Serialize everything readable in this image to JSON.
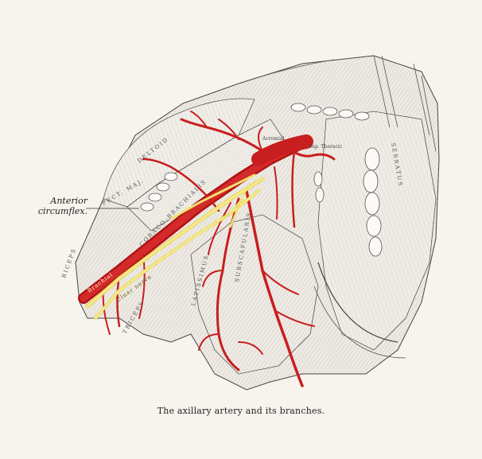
{
  "labels": {
    "anterior_line1": "Anterior",
    "anterior_line2": "circumflex."
  },
  "muscle_labels": {
    "deltoid": "DELTOID",
    "pect_maj": "PECT. MAJ.",
    "coraco_brachialis": "CORACO-BRACHIALIS",
    "biceps": "BICEPS",
    "triceps": "TRICEPS",
    "latissimus": "LATISSIMUS",
    "serratus": "SERRATUS",
    "subscapularis": "SUBSCAPULARIS"
  },
  "vessel_labels": {
    "brachial": "Brachial",
    "ulnar_nerve": "Ulnar nerve",
    "acromial": "Acromial",
    "sup_thoracic": "Sup. Thoracic"
  },
  "caption": "The axillary artery and its branches.",
  "colors": {
    "artery": "#c81e1e",
    "nerve": "#f0e070",
    "muscle_line": "#6b6b6b",
    "background": "#f7f4ee"
  }
}
